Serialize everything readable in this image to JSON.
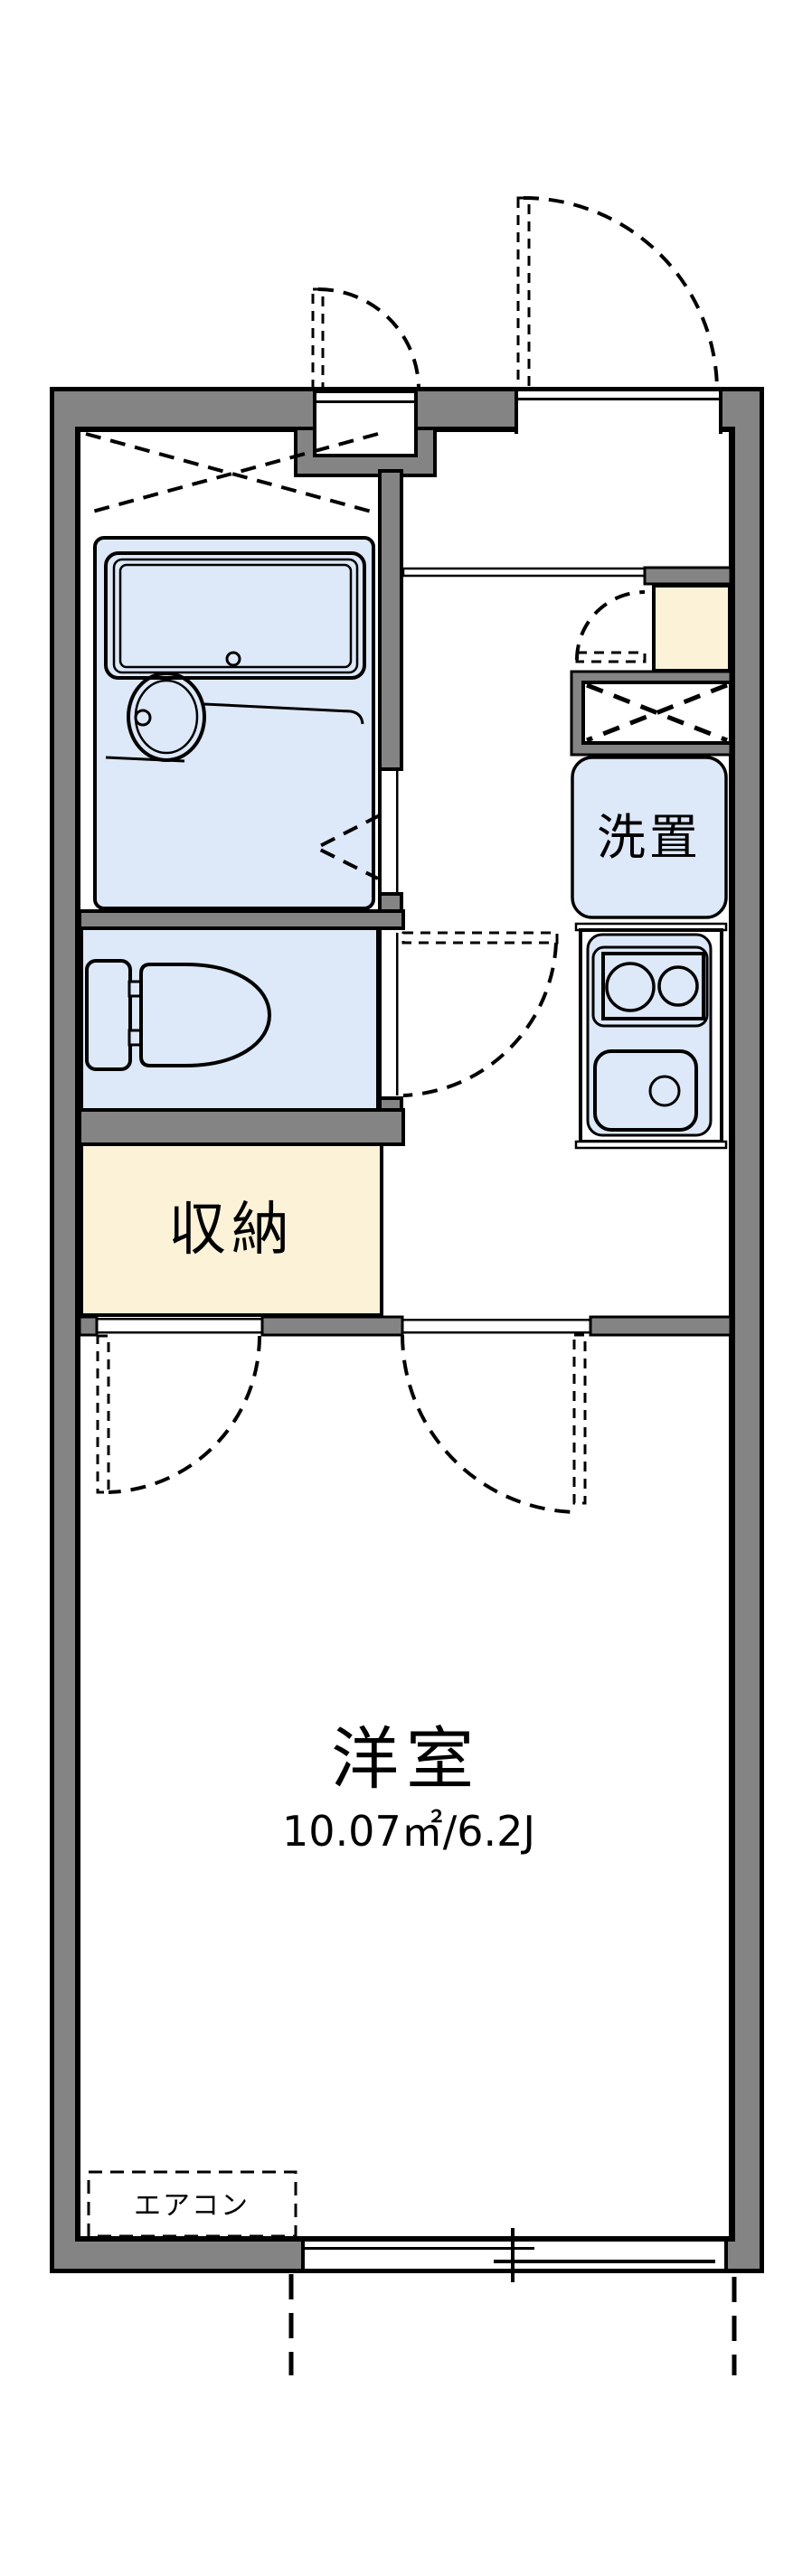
{
  "labels": {
    "washer_space": "洗置",
    "storage": "収納",
    "room_title": "洋室",
    "room_size": "10.07㎡/6.2J",
    "aircon": "エアコン"
  },
  "colors": {
    "wall_gray": "#848484",
    "fixture_blue": "#dde8f8",
    "storage_cream": "#fcf2d8",
    "outline_black": "#000000",
    "background_white": "#ffffff"
  }
}
